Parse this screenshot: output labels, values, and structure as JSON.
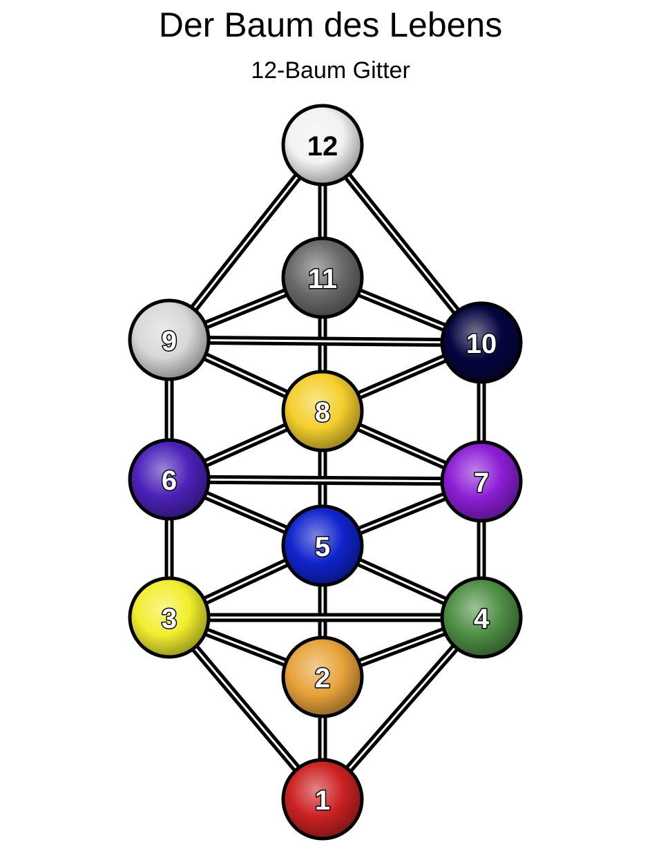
{
  "title": "Der Baum des Lebens",
  "subtitle": "12-Baum Gitter",
  "nodes": [
    {
      "id": "1",
      "label": "1",
      "color": "#cc2222",
      "text_color": "#ffffff"
    },
    {
      "id": "2",
      "label": "2",
      "color": "#e8a33a",
      "text_color": "#ffffff"
    },
    {
      "id": "3",
      "label": "3",
      "color": "#f2ee2e",
      "text_color": "#ffffff"
    },
    {
      "id": "4",
      "label": "4",
      "color": "#4f8f45",
      "text_color": "#ffffff"
    },
    {
      "id": "5",
      "label": "5",
      "color": "#1024cc",
      "text_color": "#ffffff"
    },
    {
      "id": "6",
      "label": "6",
      "color": "#4b22b8",
      "text_color": "#ffffff"
    },
    {
      "id": "7",
      "label": "7",
      "color": "#8c1ed6",
      "text_color": "#ffffff"
    },
    {
      "id": "8",
      "label": "8",
      "color": "#f5cf2c",
      "text_color": "#ffffff"
    },
    {
      "id": "9",
      "label": "9",
      "color": "#d8d8d8",
      "text_color": "#ffffff"
    },
    {
      "id": "10",
      "label": "10",
      "color": "#050540",
      "text_color": "#ffffff"
    },
    {
      "id": "11",
      "label": "11",
      "color": "#6a6a6a",
      "text_color": "#ffffff"
    },
    {
      "id": "12",
      "label": "12",
      "color": "#f2f2f2",
      "text_color": "#000000"
    }
  ],
  "edges": [
    [
      "12",
      "11"
    ],
    [
      "12",
      "9"
    ],
    [
      "12",
      "10"
    ],
    [
      "11",
      "9"
    ],
    [
      "11",
      "10"
    ],
    [
      "11",
      "8"
    ],
    [
      "9",
      "10"
    ],
    [
      "9",
      "8"
    ],
    [
      "9",
      "6"
    ],
    [
      "10",
      "8"
    ],
    [
      "10",
      "7"
    ],
    [
      "8",
      "6"
    ],
    [
      "8",
      "7"
    ],
    [
      "8",
      "5"
    ],
    [
      "6",
      "7"
    ],
    [
      "6",
      "5"
    ],
    [
      "6",
      "3"
    ],
    [
      "7",
      "5"
    ],
    [
      "7",
      "4"
    ],
    [
      "5",
      "3"
    ],
    [
      "5",
      "4"
    ],
    [
      "5",
      "2"
    ],
    [
      "3",
      "4"
    ],
    [
      "3",
      "2"
    ],
    [
      "3",
      "1"
    ],
    [
      "4",
      "2"
    ],
    [
      "4",
      "1"
    ],
    [
      "2",
      "1"
    ]
  ]
}
